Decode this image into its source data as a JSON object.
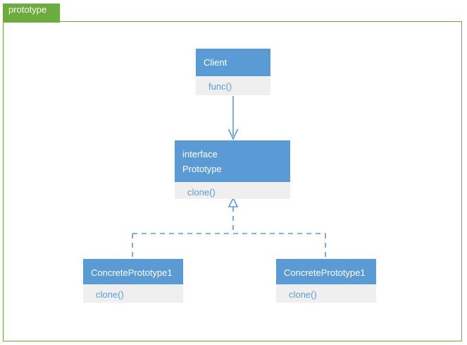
{
  "diagram": {
    "kind": "uml-class-diagram",
    "frame": {
      "tab_label": "prototype",
      "border_color": "#6cab3d",
      "tab_color": "#6cab3d",
      "tab_text_color": "#ffffff"
    },
    "palette": {
      "accent_blue": "#5b9bd5",
      "body_gray": "#efefef",
      "header_text": "#ffffff",
      "body_text": "#5b9bd5",
      "background": "#ffffff"
    },
    "classes": [
      {
        "id": "client",
        "header_lines": [
          "Client"
        ],
        "members": [
          "func()"
        ]
      },
      {
        "id": "prototype",
        "header_lines": [
          "interface",
          "Prototype"
        ],
        "members": [
          "clone()"
        ]
      },
      {
        "id": "concrete1",
        "header_lines": [
          "ConcretePrototype1"
        ],
        "members": [
          "clone()"
        ]
      },
      {
        "id": "concrete2",
        "header_lines": [
          "ConcretePrototype1"
        ],
        "members": [
          "clone()"
        ]
      }
    ],
    "connectors": [
      {
        "id": "client-to-prototype",
        "from": "client",
        "to": "prototype",
        "style": "solid",
        "arrowhead": "open-arrow",
        "relation": "dependency"
      },
      {
        "id": "concrete1-to-prototype",
        "from": "concrete1",
        "to": "prototype",
        "style": "dashed",
        "arrowhead": "hollow-triangle",
        "relation": "realization"
      },
      {
        "id": "concrete2-to-prototype",
        "from": "concrete2",
        "to": "prototype",
        "style": "dashed",
        "arrowhead": "hollow-triangle",
        "relation": "realization"
      }
    ]
  }
}
